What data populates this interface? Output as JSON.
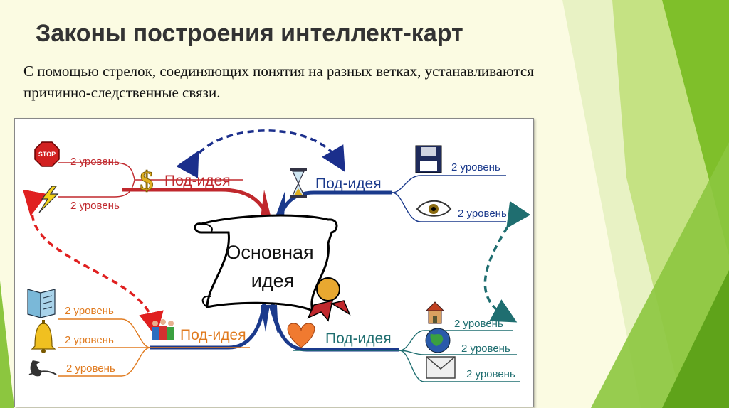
{
  "slide": {
    "title": "Законы построения интеллект-карт",
    "subtitle": "С помощью стрелок, соединяющих понятия на разных ветках, устанавливаются причинно-следственные связи."
  },
  "diagram": {
    "center": {
      "line1": "Основная",
      "line2": "идея"
    },
    "branches": {
      "top_left": {
        "label": "Под-идея",
        "color": "#c0282d",
        "icon": "dollar-icon",
        "items": [
          {
            "label": "2 уровень",
            "icon": "stop-sign-icon"
          },
          {
            "label": "2 уровень",
            "icon": "lightning-icon"
          }
        ]
      },
      "top_right": {
        "label": "Под-идея",
        "color": "#1b3a8c",
        "icon": "hourglass-icon",
        "items": [
          {
            "label": "2 уровень",
            "icon": "floppy-disk-icon"
          },
          {
            "label": "2 уровень",
            "icon": "eye-icon"
          }
        ]
      },
      "bottom_left": {
        "label": "Под-идея",
        "color": "#e07a1e",
        "icon": "people-icon",
        "items": [
          {
            "label": "2 уровень",
            "icon": "book-icon"
          },
          {
            "label": "2 уровень",
            "icon": "bell-icon"
          },
          {
            "label": "2 уровень",
            "icon": "telephone-icon"
          }
        ]
      },
      "bottom_right": {
        "label": "Под-идея",
        "color": "#1f6e70",
        "icon": "heart-icon",
        "items": [
          {
            "label": "2 уровень",
            "icon": "house-icon"
          },
          {
            "label": "2 уровень",
            "icon": "globe-icon"
          },
          {
            "label": "2 уровень",
            "icon": "envelope-icon"
          }
        ]
      }
    },
    "arrows": [
      {
        "from": "top_left",
        "to": "top_right",
        "color": "#1b2f8c",
        "style": "dashed"
      },
      {
        "from": "top_left.items.1",
        "to": "bottom_left",
        "color": "#e02020",
        "style": "dashed"
      },
      {
        "from": "top_right.items.1",
        "to": "bottom_right",
        "color": "#1f6e70",
        "style": "dashed"
      }
    ]
  },
  "colors": {
    "background": "#fbfbe2",
    "accent_green": "#8cc63f"
  }
}
